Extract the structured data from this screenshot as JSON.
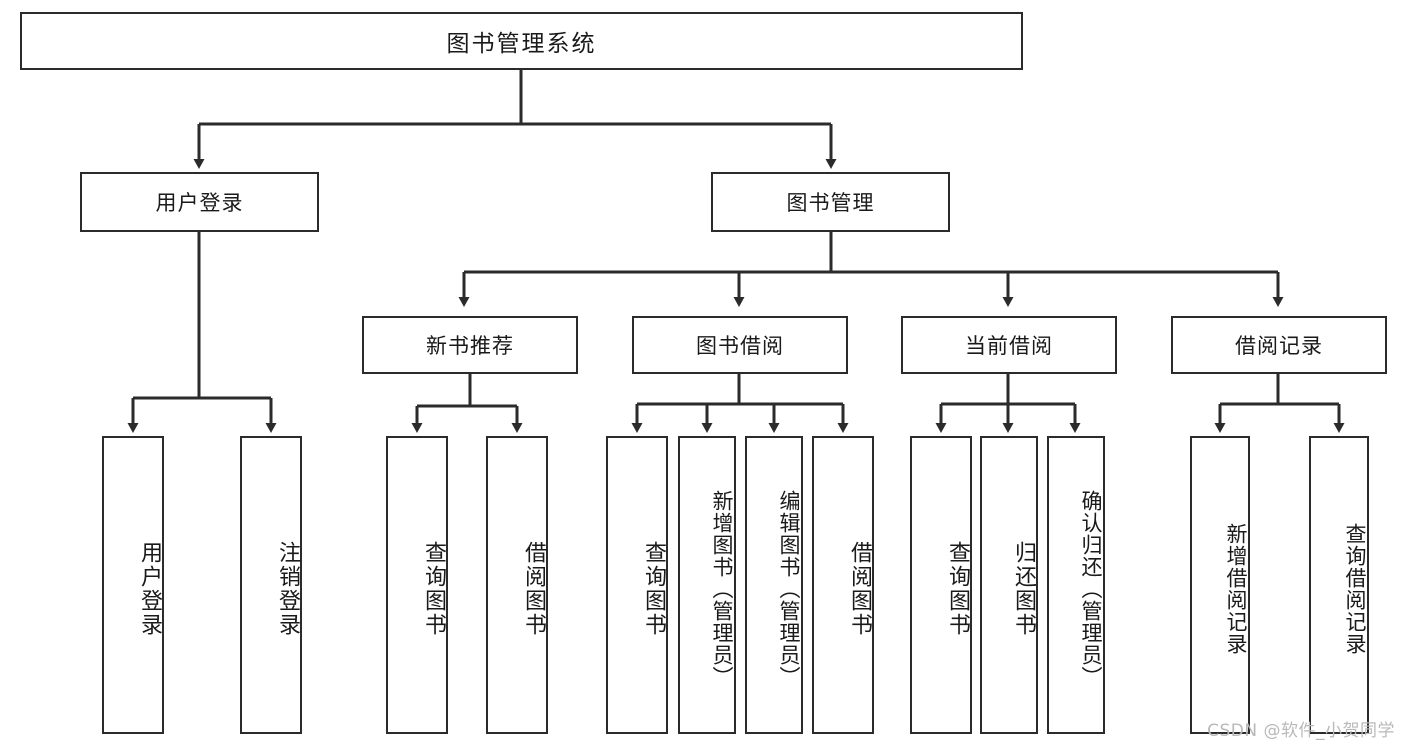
{
  "diagram": {
    "type": "tree-hierarchy",
    "title": "图书管理系统",
    "watermark": "CSDN @软件_小贺同学",
    "colors": {
      "stroke": "#2b2b2b",
      "fill": "#ffffff",
      "text": "#1a1a1a",
      "watermark": "#b9b9b9"
    },
    "root": {
      "label": "图书管理系统"
    },
    "level2": [
      {
        "label": "用户登录"
      },
      {
        "label": "图书管理"
      }
    ],
    "level3": [
      {
        "label": "新书推荐"
      },
      {
        "label": "图书借阅"
      },
      {
        "label": "当前借阅"
      },
      {
        "label": "借阅记录"
      }
    ],
    "leaves": {
      "user_login": [
        {
          "label": "用户登录"
        },
        {
          "label": "注销登录"
        }
      ],
      "new_book": [
        {
          "label": "查询图书"
        },
        {
          "label": "借阅图书"
        }
      ],
      "book_borrow": [
        {
          "label": "查询图书"
        },
        {
          "label": "新增图书（管理员）"
        },
        {
          "label": "编辑图书（管理员）"
        },
        {
          "label": "借阅图书"
        }
      ],
      "current_borrow": [
        {
          "label": "查询图书"
        },
        {
          "label": "归还图书"
        },
        {
          "label": "确认归还（管理员）"
        }
      ],
      "borrow_record": [
        {
          "label": "新增借阅记录"
        },
        {
          "label": "查询借阅记录"
        }
      ]
    }
  }
}
